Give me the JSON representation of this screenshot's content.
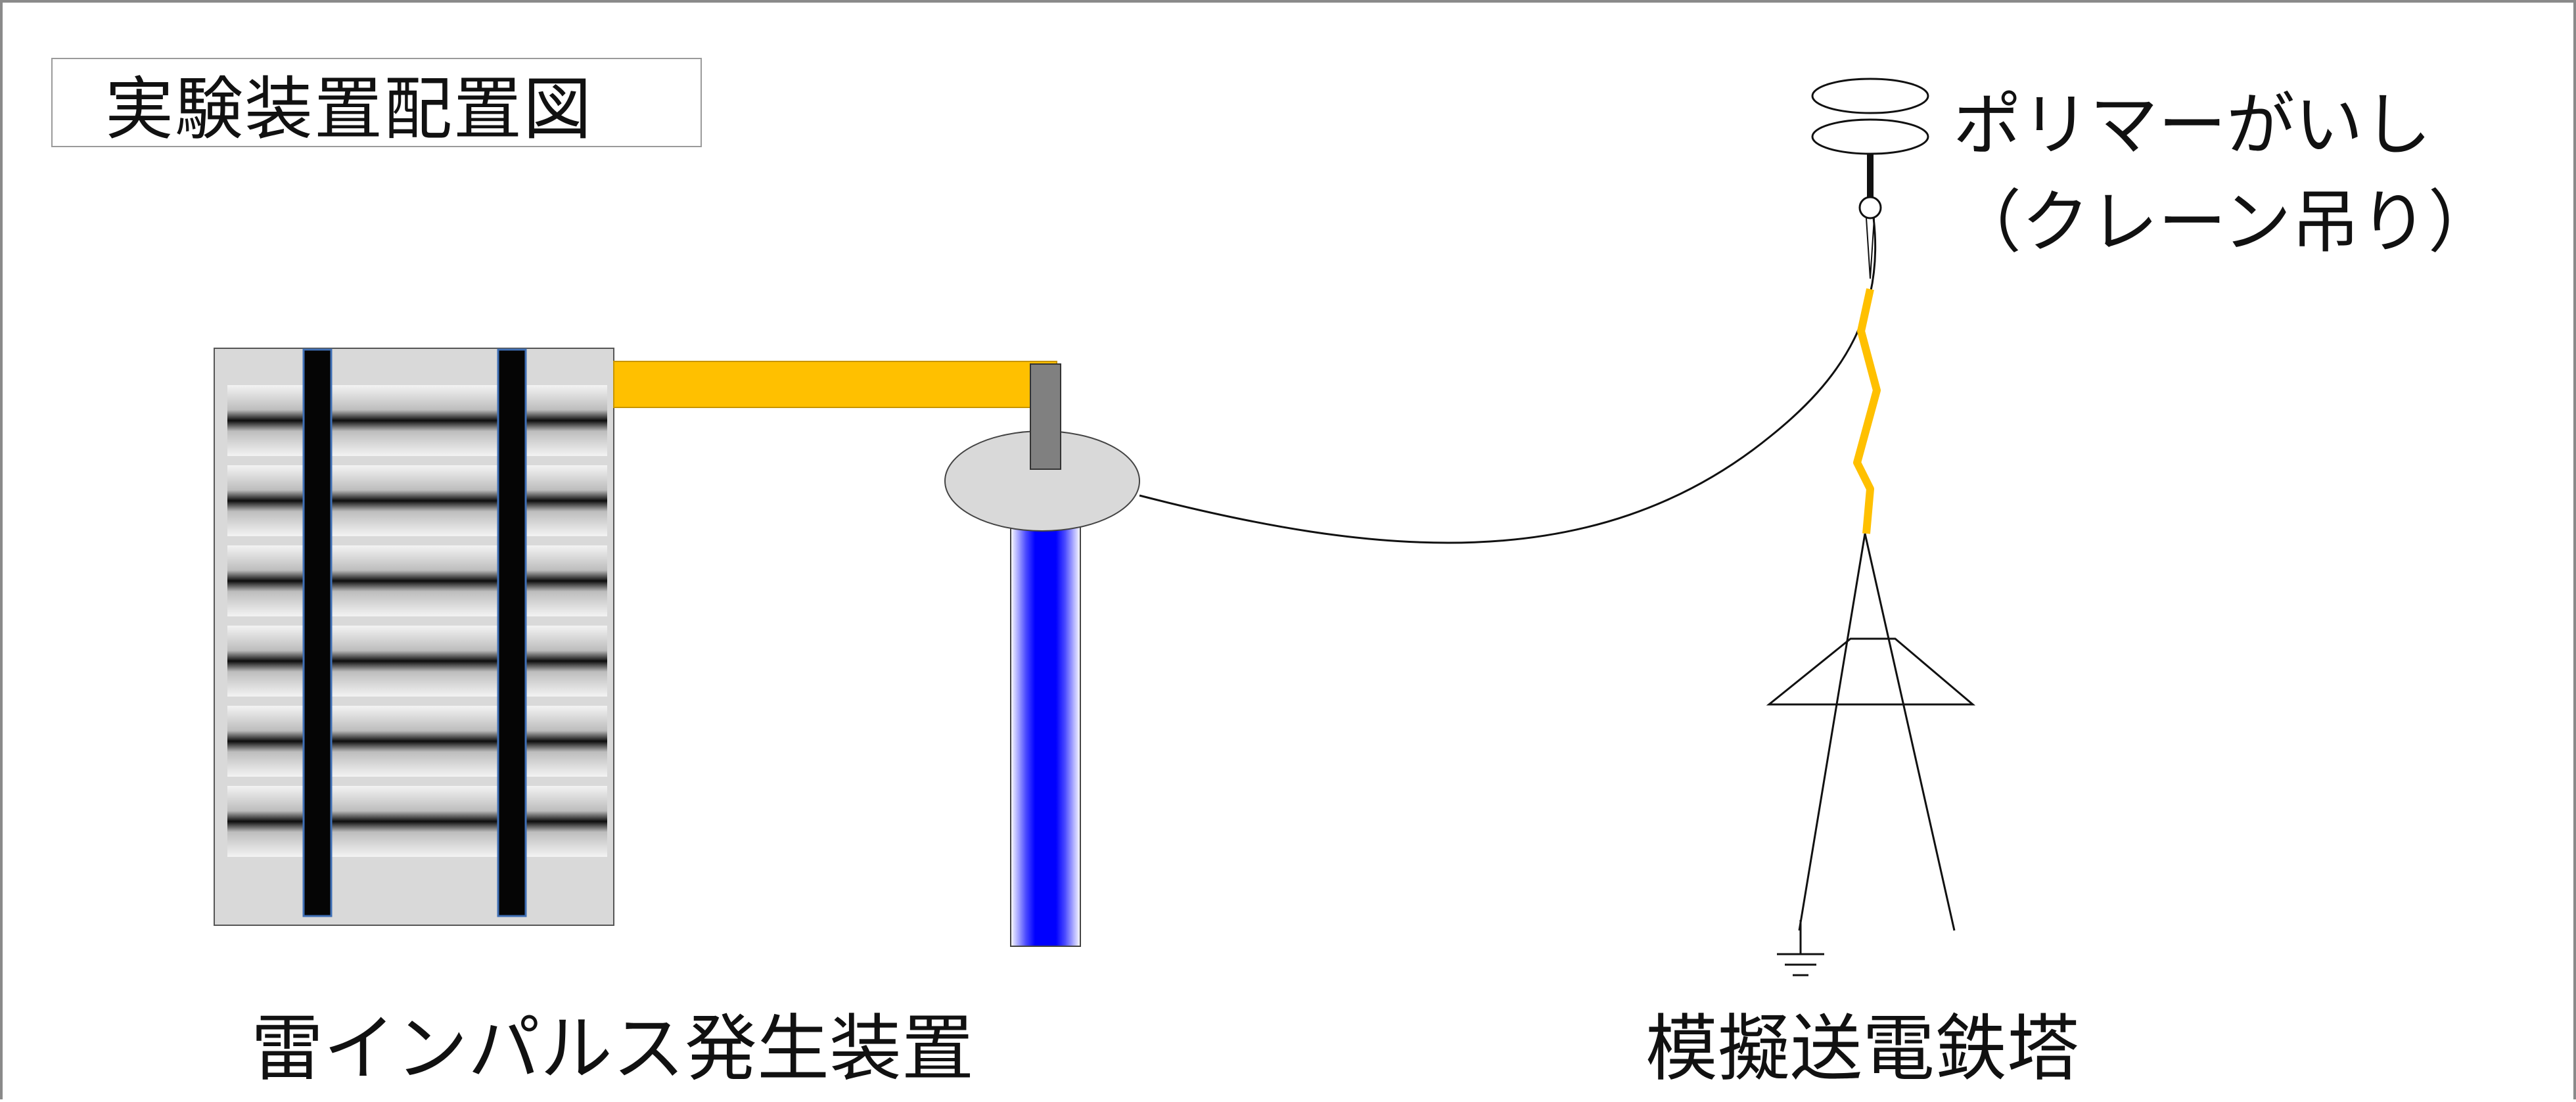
{
  "title": "実験装置配置図",
  "labels": {
    "generator": "雷インパルス発生装置",
    "tower": "模擬送電鉄塔",
    "insulator_line1": "ポリマーがいし",
    "insulator_line2": "（クレーン吊り）"
  },
  "colors": {
    "lead_bar": "#ffc000",
    "column_gradient": "#0000ff",
    "flashover": "#ffc000",
    "generator_body": "#d9d9d9",
    "terminal": "#808080",
    "line": "#000000"
  },
  "icons": {
    "ground": "ground-symbol-icon",
    "flashover": "lightning-zigzag-icon"
  }
}
